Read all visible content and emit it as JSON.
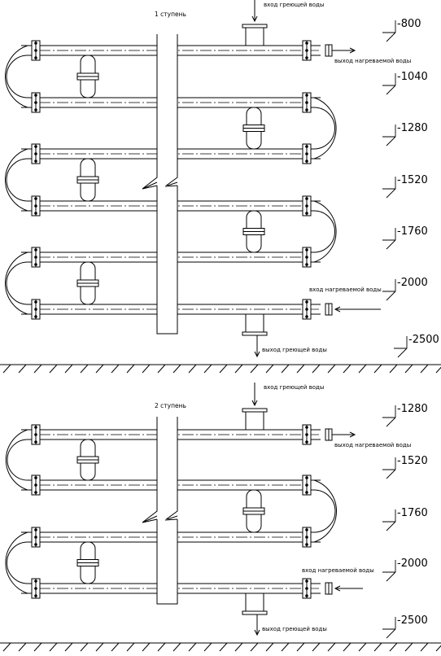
{
  "stages": [
    {
      "stage_label": "1 ступень",
      "inlet_heating": "вход греющей воды",
      "outlet_heated": "выход нагреваемой воды",
      "inlet_heated": "вход нагреваемой воды",
      "outlet_heating": "выход греющей воды",
      "elevations": [
        "-800",
        "-1040",
        "-1280",
        "-1520",
        "-1760",
        "-2000",
        "-2500"
      ]
    },
    {
      "stage_label": "2 ступень",
      "inlet_heating": "вход греющей воды",
      "outlet_heated": "выход нагреваемой воды",
      "inlet_heated": "вход нагреваемой воды",
      "outlet_heating": "выход греющей воды",
      "elevations": [
        "-1280",
        "-1520",
        "-1760",
        "-2000",
        "-2500"
      ]
    }
  ]
}
